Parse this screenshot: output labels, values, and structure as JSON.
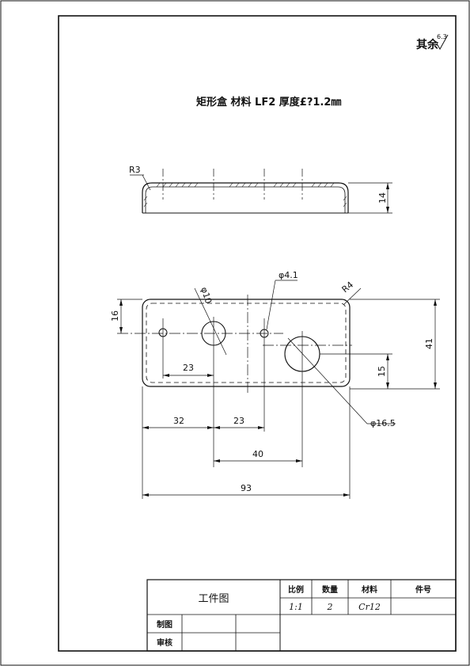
{
  "surface_note": {
    "prefix": "其余",
    "value": "6.3"
  },
  "title": "矩形盒    材料 LF2   厚度£?1.2㎜",
  "side_view": {
    "radius_label": "R3",
    "height_label": "14"
  },
  "top_view": {
    "small_hole_label": "φ4.1",
    "mid_hole_label": "φ10",
    "large_hole_label": "φ16.5",
    "corner_label": "R4",
    "dims": {
      "top_offset": "16",
      "inner_23": "23",
      "height_41": "41",
      "large_hole_15": "15",
      "left_32": "32",
      "mid_23": "23",
      "span_40": "40",
      "total_93": "93"
    }
  },
  "title_block": {
    "drawing_name": "工件图",
    "headers": [
      "比例",
      "数量",
      "材料",
      "件号"
    ],
    "values": [
      "1:1",
      "2",
      "Cr12",
      ""
    ],
    "roles": [
      "制图",
      "审核"
    ]
  }
}
